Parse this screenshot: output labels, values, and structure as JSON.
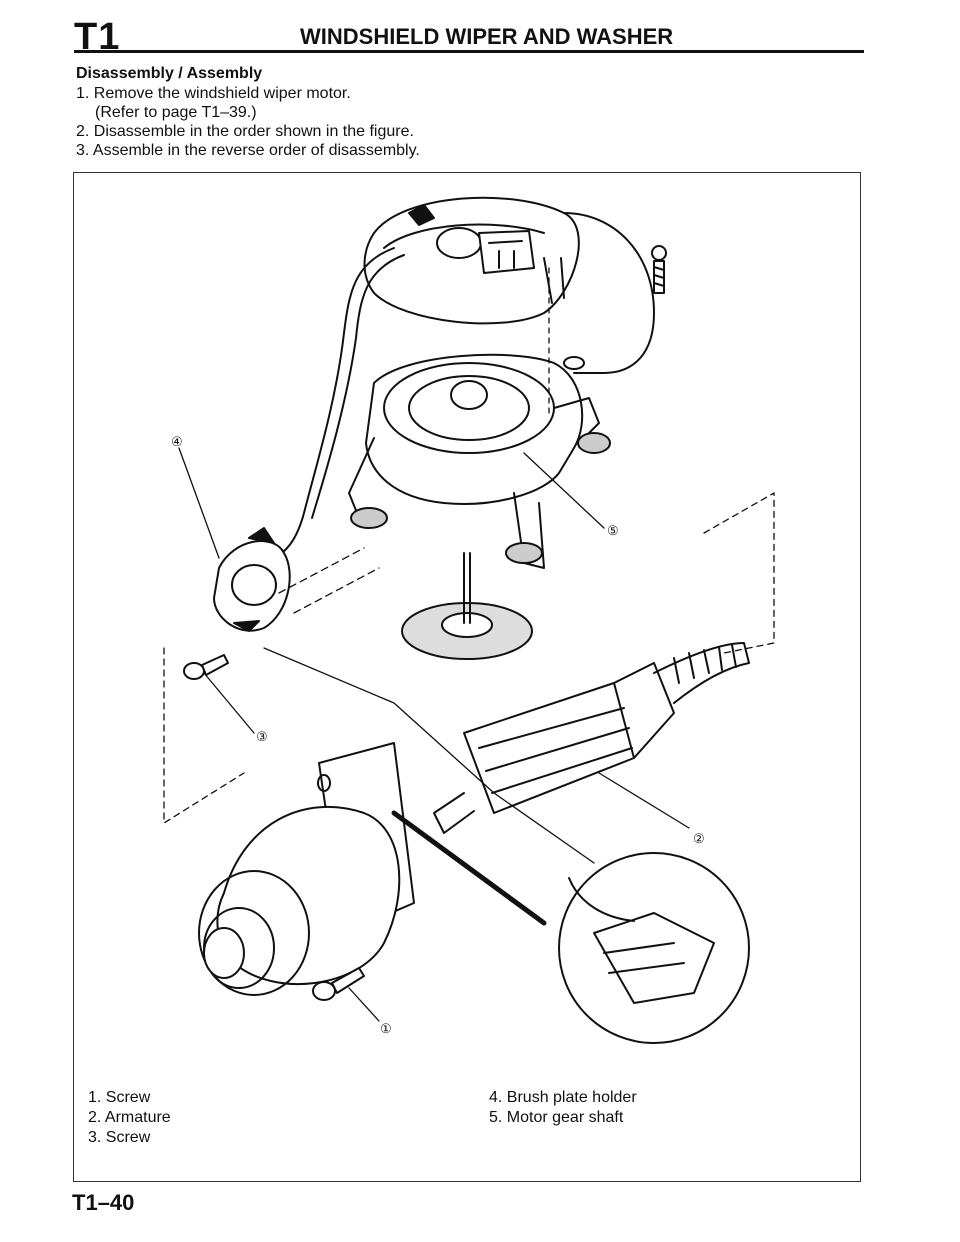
{
  "header": {
    "section_code": "T1",
    "section_title": "WINDSHIELD WIPER AND WASHER"
  },
  "procedure": {
    "heading": "Disassembly / Assembly",
    "steps": [
      "1. Remove the windshield wiper motor.",
      "(Refer to page T1–39.)",
      "2. Disassemble in the order shown in the figure.",
      "3. Assemble in the reverse order of disassembly."
    ]
  },
  "figure": {
    "callouts": [
      "①",
      "②",
      "③",
      "④",
      "⑤"
    ]
  },
  "legend": {
    "left": [
      "1. Screw",
      "2. Armature",
      "3. Screw"
    ],
    "right": [
      "4. Brush plate holder",
      "5. Motor gear shaft"
    ]
  },
  "footer": {
    "page_number": "T1–40"
  },
  "colors": {
    "ink": "#111111",
    "paper": "#ffffff"
  }
}
